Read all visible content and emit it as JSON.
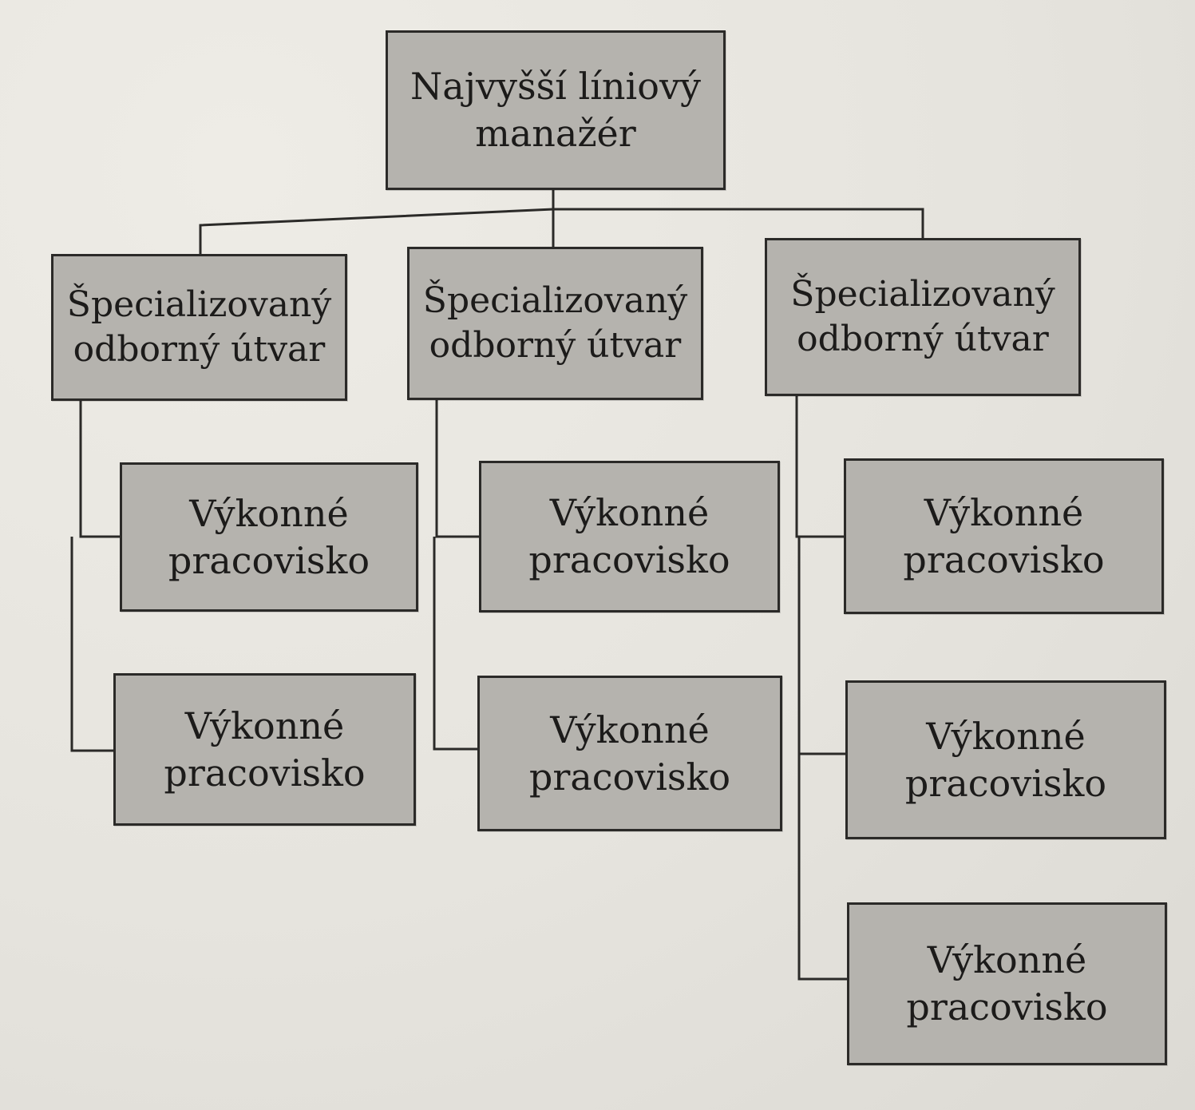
{
  "diagram": {
    "root": {
      "line1": "Najvyšší líniový",
      "line2": "manažér"
    },
    "departments": [
      {
        "line1": "Špecializovaný",
        "line2": "odborný útvar",
        "units": [
          {
            "line1": "Výkonné",
            "line2": "pracovisko"
          },
          {
            "line1": "Výkonné",
            "line2": "pracovisko"
          }
        ]
      },
      {
        "line1": "Špecializovaný",
        "line2": "odborný útvar",
        "units": [
          {
            "line1": "Výkonné",
            "line2": "pracovisko"
          },
          {
            "line1": "Výkonné",
            "line2": "pracovisko"
          }
        ]
      },
      {
        "line1": "Špecializovaný",
        "line2": "odborný útvar",
        "units": [
          {
            "line1": "Výkonné",
            "line2": "pracovisko"
          },
          {
            "line1": "Výkonné",
            "line2": "pracovisko"
          },
          {
            "line1": "Výkonné",
            "line2": "pracovisko"
          }
        ]
      }
    ]
  },
  "colors": {
    "box_fill": "#b5b3ae",
    "box_border": "#2b2a28",
    "line": "#2b2a28",
    "page": "#e9e7e1"
  }
}
